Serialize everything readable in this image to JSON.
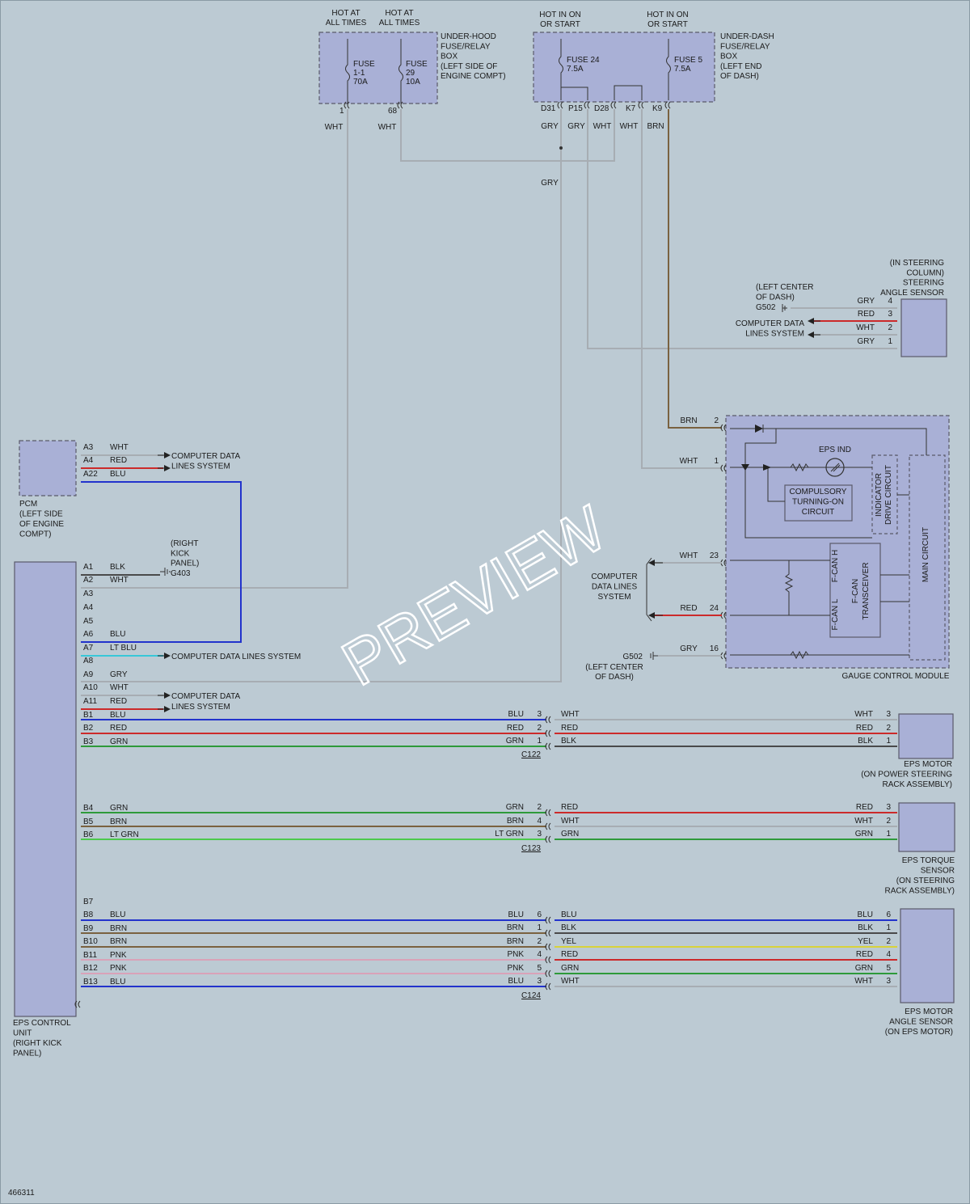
{
  "top": {
    "uh_hot1": [
      "HOT AT",
      "ALL TIMES"
    ],
    "uh_hot2": [
      "HOT AT",
      "ALL TIMES"
    ],
    "ud_hot1": [
      "HOT IN ON",
      "OR START"
    ],
    "ud_hot2": [
      "HOT IN ON",
      "OR START"
    ],
    "underhood_label": [
      "UNDER-HOOD",
      "FUSE/RELAY",
      "BOX",
      "(LEFT SIDE OF",
      "ENGINE COMPT)"
    ],
    "underdash_label": [
      "UNDER-DASH",
      "FUSE/RELAY",
      "BOX",
      "(LEFT END",
      "OF DASH)"
    ],
    "fuse_1_1": [
      "FUSE",
      "1-1",
      "70A"
    ],
    "fuse_29": [
      "FUSE",
      "29",
      "10A"
    ],
    "fuse_24": [
      "FUSE 24",
      "7.5A"
    ],
    "fuse_5": [
      "FUSE 5",
      "7.5A"
    ],
    "uh_pins": [
      "1",
      "68"
    ],
    "uh_wires": [
      "WHT",
      "WHT"
    ],
    "ud_pins": [
      "D31",
      "P15",
      "D28",
      "K7",
      "K9"
    ],
    "ud_wires": [
      "GRY",
      "GRY",
      "WHT",
      "WHT",
      "BRN"
    ],
    "gry_mid": "GRY"
  },
  "sas": {
    "label": [
      "(IN STEERING",
      "COLUMN)",
      "STEERING",
      "ANGLE SENSOR"
    ],
    "g502": [
      "(LEFT CENTER",
      "OF DASH)",
      "G502"
    ],
    "cdls": [
      "COMPUTER DATA",
      "LINES SYSTEM"
    ],
    "wires": [
      "GRY",
      "RED",
      "WHT",
      "GRY"
    ],
    "pins": [
      "4",
      "3",
      "2",
      "1"
    ]
  },
  "pcm": {
    "label": [
      "PCM",
      "(LEFT SIDE",
      "OF ENGINE",
      "COMPT)"
    ],
    "pins": [
      "A3",
      "A4",
      "A22"
    ],
    "wires": [
      "WHT",
      "RED",
      "BLU"
    ],
    "cdls": [
      "COMPUTER DATA",
      "LINES SYSTEM"
    ]
  },
  "eps": {
    "label": [
      "EPS CONTROL",
      "UNIT",
      "(RIGHT KICK",
      "PANEL)"
    ],
    "g403": [
      "(RIGHT",
      "KICK",
      "PANEL)",
      "G403"
    ],
    "pins_a": [
      "A1",
      "A2",
      "A3",
      "A4",
      "A5",
      "A6",
      "A7",
      "A8",
      "A9",
      "A10",
      "A11"
    ],
    "wires_a": [
      "BLK",
      "WHT",
      "",
      "",
      "",
      "BLU",
      "LT BLU",
      "",
      "GRY",
      "WHT",
      "RED"
    ],
    "cdls_a7": "COMPUTER DATA LINES SYSTEM",
    "cdls_a10": [
      "COMPUTER DATA",
      "LINES SYSTEM"
    ],
    "pins_b": [
      "B1",
      "B2",
      "B3",
      "B4",
      "B5",
      "B6",
      "B7",
      "B8",
      "B9",
      "B10",
      "B11",
      "B12",
      "B13"
    ],
    "wires_b": [
      "BLU",
      "RED",
      "GRN",
      "GRN",
      "BRN",
      "LT GRN",
      "",
      "BLU",
      "BRN",
      "BRN",
      "PNK",
      "PNK",
      "BLU"
    ]
  },
  "gcm": {
    "label": "GAUGE CONTROL MODULE",
    "eps_ind": "EPS IND",
    "compulsory": [
      "COMPULSORY",
      "TURNING-ON",
      "CIRCUIT"
    ],
    "indicator": [
      "INDICATOR",
      "DRIVE CIRCUIT"
    ],
    "main": "MAIN CIRCUIT",
    "fcan": [
      "F-CAN",
      "TRANSCEIVER"
    ],
    "fcanh": "F-CAN H",
    "fcanl": "F-CAN L",
    "pins": [
      "2",
      "1",
      "23",
      "24",
      "16"
    ],
    "wires": [
      "BRN",
      "WHT",
      "WHT",
      "RED",
      "GRY"
    ],
    "cdls": [
      "COMPUTER",
      "DATA LINES",
      "SYSTEM"
    ],
    "g502": [
      "G502",
      "(LEFT CENTER",
      "OF DASH)"
    ]
  },
  "c122": {
    "name": "C122",
    "left_wires": [
      "BLU",
      "RED",
      "GRN"
    ],
    "left_pins": [
      "3",
      "2",
      "1"
    ],
    "right_wires": [
      "WHT",
      "RED",
      "BLK"
    ],
    "dev_wires": [
      "WHT",
      "RED",
      "BLK"
    ],
    "dev_pins": [
      "3",
      "2",
      "1"
    ],
    "dev_label": [
      "EPS MOTOR",
      "(ON POWER STEERING",
      "RACK ASSEMBLY)"
    ]
  },
  "c123": {
    "name": "C123",
    "left_wires": [
      "GRN",
      "BRN",
      "LT GRN"
    ],
    "left_pins": [
      "2",
      "4",
      "3"
    ],
    "right_wires": [
      "RED",
      "WHT",
      "GRN"
    ],
    "dev_wires": [
      "RED",
      "WHT",
      "GRN"
    ],
    "dev_pins": [
      "3",
      "2",
      "1"
    ],
    "dev_label": [
      "EPS TORQUE",
      "SENSOR",
      "(ON STEERING",
      "RACK ASSEMBLY)"
    ]
  },
  "c124": {
    "name": "C124",
    "left_wires": [
      "BLU",
      "BRN",
      "BRN",
      "PNK",
      "PNK",
      "BLU"
    ],
    "left_pins": [
      "6",
      "1",
      "2",
      "4",
      "5",
      "3"
    ],
    "right_wires": [
      "BLU",
      "BLK",
      "YEL",
      "RED",
      "GRN",
      "WHT"
    ],
    "dev_wires": [
      "BLU",
      "BLK",
      "YEL",
      "RED",
      "GRN",
      "WHT"
    ],
    "dev_pins": [
      "6",
      "1",
      "2",
      "4",
      "5",
      "3"
    ],
    "dev_label": [
      "EPS MOTOR",
      "ANGLE SENSOR",
      "(ON EPS MOTOR)"
    ]
  },
  "footer": {
    "ref": "466311"
  },
  "watermark": "PREVIEW"
}
